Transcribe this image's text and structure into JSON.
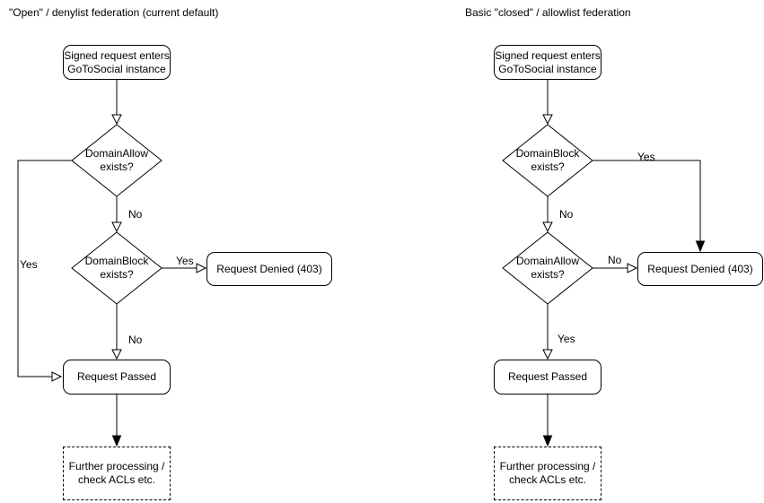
{
  "colors": {
    "stroke": "#000000",
    "background": "#ffffff"
  },
  "left_chart": {
    "title": "\"Open\" / denylist federation (current default)",
    "nodes": {
      "start": "Signed request enters GoToSocial instance",
      "decision1": "DomainAllow exists?",
      "decision2": "DomainBlock exists?",
      "denied": "Request Denied (403)",
      "passed": "Request Passed",
      "further": "Further processing / check ACLs etc."
    },
    "edge_labels": {
      "decision1_loop": "Yes",
      "decision1_down": "No",
      "decision2_side": "Yes",
      "decision2_down": "No"
    }
  },
  "right_chart": {
    "title": "Basic \"closed\" / allowlist federation",
    "nodes": {
      "start": "Signed request enters GoToSocial instance",
      "decision1": "DomainBlock exists?",
      "decision2": "DomainAllow exists?",
      "denied": "Request Denied (403)",
      "passed": "Request Passed",
      "further": "Further processing / check ACLs etc."
    },
    "edge_labels": {
      "decision1_side": "Yes",
      "decision1_down": "No",
      "decision2_side": "No",
      "decision2_down": "Yes"
    }
  }
}
